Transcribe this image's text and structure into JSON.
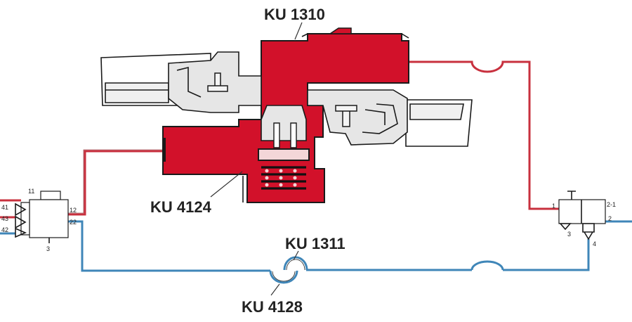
{
  "callouts": {
    "valve_top": "KU 1310",
    "valve_bottom": "KU 4124",
    "line_fitting_top": "KU 1311",
    "line_fitting_bottom": "KU 4128"
  },
  "left_valve": {
    "ports": {
      "top": "11",
      "in_41": "41",
      "in_43": "43",
      "in_42": "42",
      "out_12": "12",
      "out_22": "22",
      "exhaust": "3"
    }
  },
  "right_valve": {
    "ports": {
      "in_1": "1",
      "out_2_1": "2-1",
      "out_2": "2",
      "exhaust": "3",
      "control_4": "4"
    }
  },
  "colors": {
    "supply_line": "#c8303e",
    "control_line": "#3f86b8",
    "valve_body": "#d2112a",
    "spring": "#111111",
    "housing_gray": "#e8e8e8"
  }
}
